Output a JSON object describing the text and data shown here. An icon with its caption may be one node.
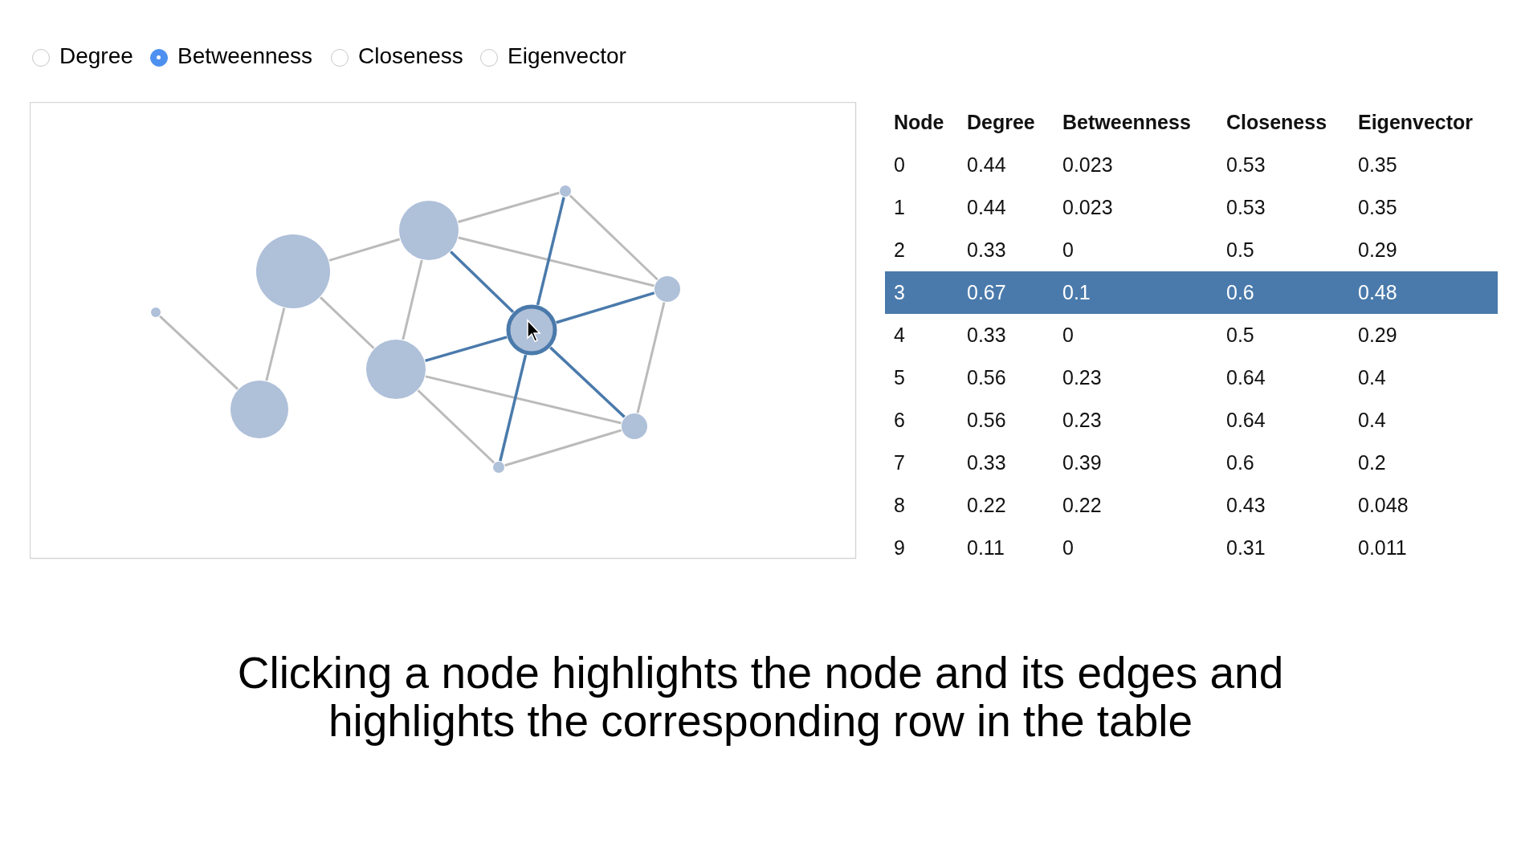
{
  "diagram": {
    "caption": "Clicking a node highlights the node and its edges and highlights the corresponding row in the table",
    "nodes": [
      {
        "text": [],
        "shape": "circle"
      },
      {
        "text": [],
        "shape": "circle"
      },
      {
        "text": [],
        "shape": "circle"
      },
      {
        "text": [],
        "shape": "circle"
      },
      {
        "text": [],
        "shape": "circle"
      },
      {
        "text": [],
        "shape": "circle"
      },
      {
        "text": [],
        "shape": "circle"
      },
      {
        "text": [],
        "shape": "circle"
      },
      {
        "text": [],
        "shape": "circle"
      },
      {
        "text": [],
        "shape": "circle"
      }
    ],
    "edges": [
      {
        "from": 0,
        "to": 1,
        "arrow": "none"
      },
      {
        "from": 1,
        "to": 2,
        "arrow": "none"
      },
      {
        "from": 2,
        "to": 4,
        "arrow": "none"
      },
      {
        "from": 2,
        "to": 3,
        "arrow": "none"
      },
      {
        "from": 4,
        "to": 3,
        "arrow": "none"
      },
      {
        "from": 4,
        "to": 7,
        "arrow": "none"
      },
      {
        "from": 4,
        "to": 9,
        "arrow": "none"
      },
      {
        "from": 3,
        "to": 8,
        "arrow": "none"
      },
      {
        "from": 3,
        "to": 5,
        "arrow": "none"
      },
      {
        "from": 5,
        "to": 8,
        "arrow": "none"
      },
      {
        "from": 7,
        "to": 9,
        "arrow": "none"
      },
      {
        "from": 9,
        "to": 8,
        "arrow": "none"
      },
      {
        "from": 4,
        "to": 6,
        "arrow": "none",
        "color": "#4a7aab"
      },
      {
        "from": 7,
        "to": 6,
        "arrow": "none",
        "color": "#4a7aab"
      },
      {
        "from": 6,
        "to": 9,
        "arrow": "none",
        "color": "#4a7aab"
      },
      {
        "from": 3,
        "to": 6,
        "arrow": "none",
        "color": "#4a7aab"
      },
      {
        "from": 6,
        "to": 8,
        "arrow": "none",
        "color": "#4a7aab"
      },
      {
        "from": 6,
        "to": 5,
        "arrow": "none",
        "color": "#4a7aab"
      }
    ],
    "labels": [
      "Degree",
      "Betweenness",
      "Closeness",
      "Eigenvector",
      "Node",
      "Degree",
      "Betweenness",
      "Closeness",
      "Eigenvector",
      "0",
      "0.44",
      "0.023",
      "0.53",
      "0.35",
      "1",
      "0.44",
      "0.023",
      "0.53",
      "0.35",
      "2",
      "0.33",
      "0",
      "0.5",
      "0.29",
      "3",
      "0.67",
      "0.1",
      "0.6",
      "0.48",
      "4",
      "0.33",
      "0",
      "0.5",
      "0.29",
      "5",
      "0.56",
      "0.23",
      "0.64",
      "0.4",
      "6",
      "0.56",
      "0.23",
      "0.64",
      "0.4",
      "7",
      "0.33",
      "0.39",
      "0.6",
      "0.2",
      "8",
      "0.22",
      "0.22",
      "0.43",
      "0.048",
      "9",
      "0.11",
      "0",
      "0.31",
      "0.011"
    ]
  }
}
